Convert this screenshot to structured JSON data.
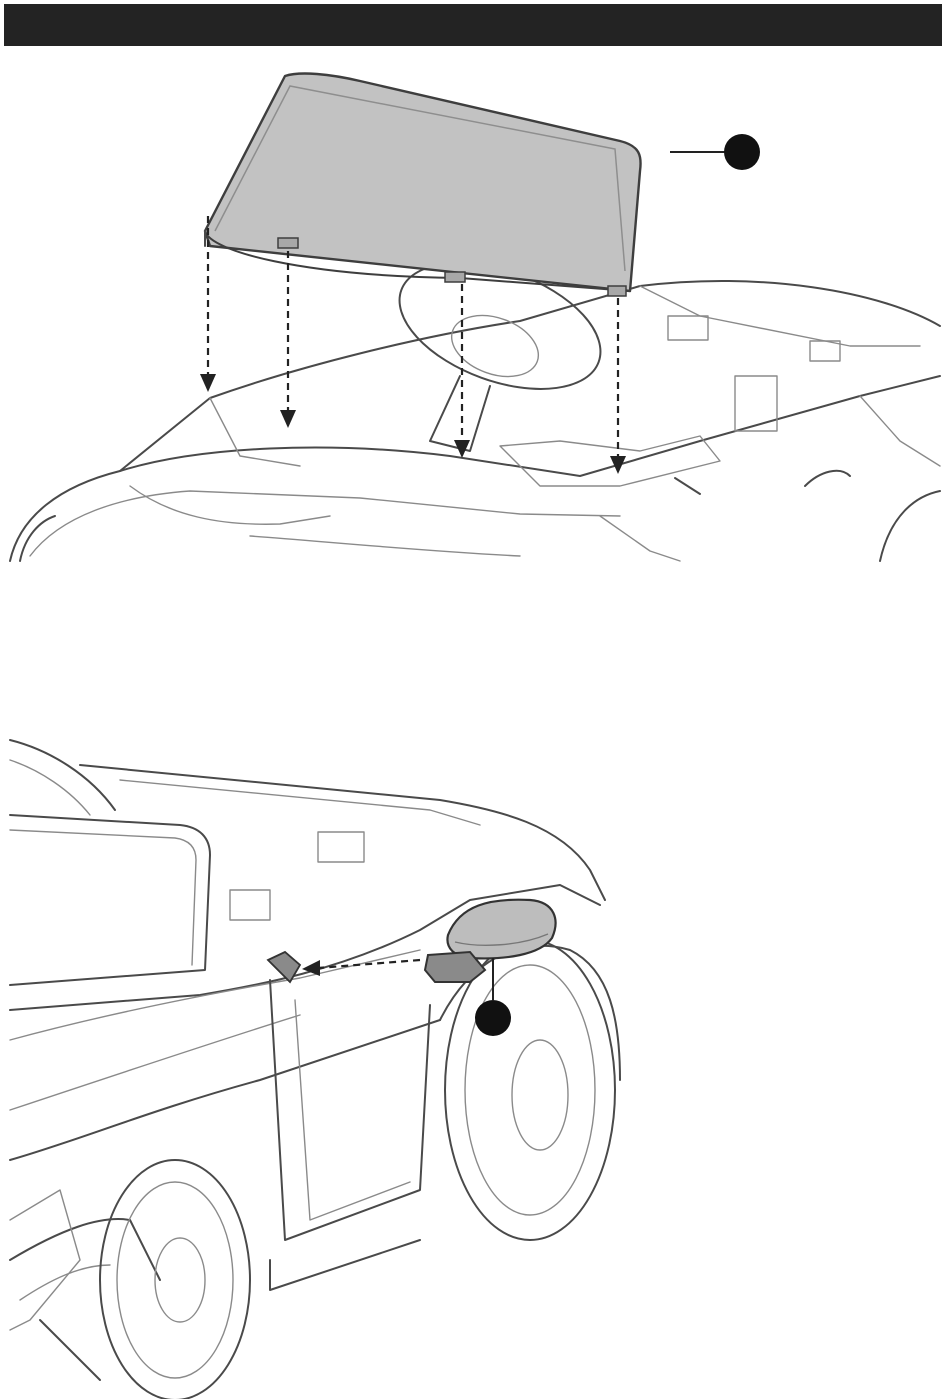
{
  "header": {
    "bar_color": "#232323"
  },
  "figure_1": {
    "part": "windshield",
    "callout_count": 1,
    "insert_arrow_count": 4
  },
  "figure_2": {
    "part": "side-mirror",
    "callout_count": 1,
    "insert_arrow_count": 1
  },
  "colors": {
    "line": "#4a4a4a",
    "part_fill": "#bdbdbd",
    "callout": "#111111"
  }
}
